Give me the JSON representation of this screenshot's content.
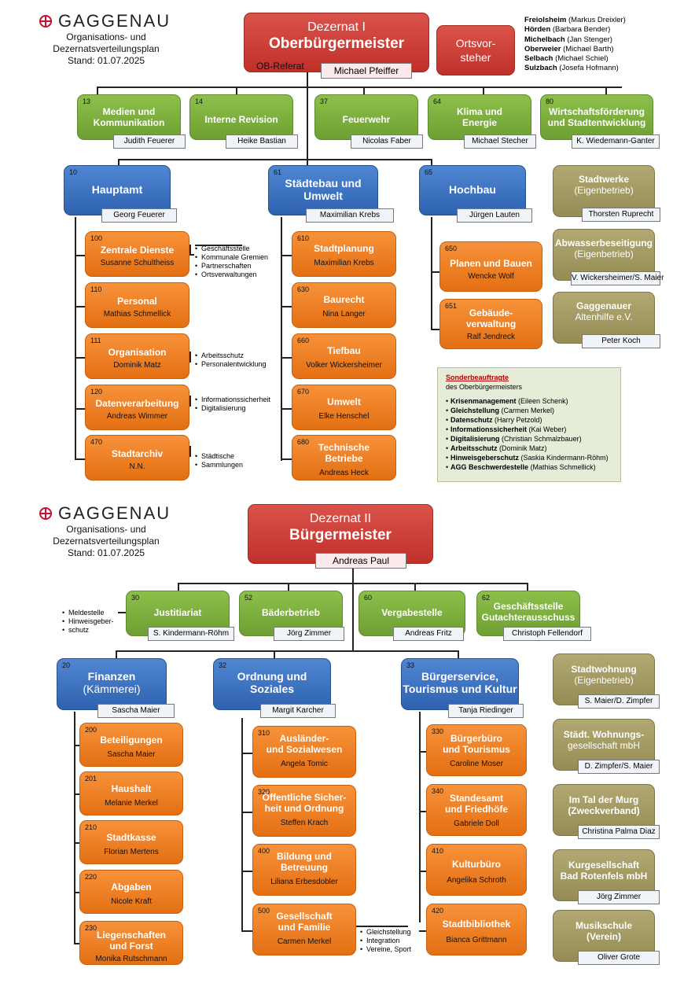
{
  "header_top": {
    "brand": "GAGGENAU",
    "sub1": "Organisations- und",
    "sub2": "Dezernatsverteilungsplan",
    "stand": "Stand: 01.07.2025"
  },
  "header_bottom": {
    "brand": "GAGGENAU",
    "sub1": "Organisations- und",
    "sub2": "Dezernatsverteilungsplan",
    "stand": "Stand: 01.07.2025"
  },
  "d1": {
    "label": "Dezernat I",
    "title": "Oberbürgermeister",
    "person": "Michael Pfeiffer",
    "ob_referat": "OB-Referat",
    "orts": {
      "l1": "Ortsvor-",
      "l2": "steher"
    },
    "ortsvorsteher": [
      [
        "Freiolsheim",
        "(Markus Dreixler)"
      ],
      [
        "Hörden",
        "(Barbara Bender)"
      ],
      [
        "Michelbach",
        "(Jan Stenger)"
      ],
      [
        "Oberweier",
        "(Michael Barth)"
      ],
      [
        "Selbach",
        "(Michael Schiel)"
      ],
      [
        "Sulzbach",
        "(Josefa Hofmann)"
      ]
    ],
    "stabs": [
      {
        "num": "13",
        "l1": "Medien und",
        "l2": "Kommunikation",
        "person": "Judith Feuerer"
      },
      {
        "num": "14",
        "l1": "Interne Revision",
        "l2": "",
        "person": "Heike Bastian"
      },
      {
        "num": "37",
        "l1": "Feuerwehr",
        "l2": "",
        "person": "Nicolas Faber"
      },
      {
        "num": "64",
        "l1": "Klima und",
        "l2": "Energie",
        "person": "Michael Stecher"
      },
      {
        "num": "80",
        "l1": "Wirtschaftsförderung",
        "l2": "und Stadtentwicklung",
        "person": "K. Wiedemann-Ganter"
      }
    ],
    "aemter": [
      {
        "num": "10",
        "l1": "Hauptamt",
        "l2": "",
        "person": "Georg Feuerer"
      },
      {
        "num": "61",
        "l1": "Städtebau und",
        "l2": "Umwelt",
        "person": "Maximilian Krebs"
      },
      {
        "num": "65",
        "l1": "Hochbau",
        "l2": "",
        "person": "Jürgen Lauten"
      }
    ],
    "col10": [
      {
        "num": "100",
        "l1": "Zentrale Dienste",
        "l2": "",
        "person": "Susanne Schultheiss"
      },
      {
        "num": "110",
        "l1": "Personal",
        "l2": "",
        "person": "Mathias Schmellick"
      },
      {
        "num": "111",
        "l1": "Organisation",
        "l2": "",
        "person": "Dominik Matz"
      },
      {
        "num": "120",
        "l1": "Datenverarbeitung",
        "l2": "",
        "person": "Andreas Wimmer"
      },
      {
        "num": "470",
        "l1": "Stadtarchiv",
        "l2": "",
        "person": "N.N."
      }
    ],
    "col61": [
      {
        "num": "610",
        "l1": "Stadtplanung",
        "l2": "",
        "person": "Maximilian Krebs"
      },
      {
        "num": "630",
        "l1": "Baurecht",
        "l2": "",
        "person": "Nina Langer"
      },
      {
        "num": "660",
        "l1": "Tiefbau",
        "l2": "",
        "person": "Volker Wickersheimer"
      },
      {
        "num": "670",
        "l1": "Umwelt",
        "l2": "",
        "person": "Elke Henschel"
      },
      {
        "num": "680",
        "l1": "Technische",
        "l2": "Betriebe",
        "person": "Andreas Heck"
      }
    ],
    "col65": [
      {
        "num": "650",
        "l1": "Planen und Bauen",
        "l2": "",
        "person": "Wencke Wolf"
      },
      {
        "num": "651",
        "l1": "Gebäude-",
        "l2": "verwaltung",
        "person": "Ralf Jendreck"
      }
    ],
    "notes100": [
      "Geschäftsstelle",
      "Kommunale Gremien",
      "Partnerschaften",
      "Ortsverwaltungen"
    ],
    "notes111": [
      "Arbeitsschutz",
      "Personalentwicklung"
    ],
    "notes120": [
      "Informationssicherheit",
      "Digitalisierung"
    ],
    "notes470": [
      "Städtische",
      "Sammlungen"
    ],
    "betriebe": [
      {
        "l1": "Stadtwerke",
        "l2": "(Eigenbetrieb)",
        "person": "Thorsten Ruprecht"
      },
      {
        "l1": "Abwasserbeseitigung",
        "l2": "(Eigenbetrieb)",
        "person": "V. Wickersheimer/S. Maier"
      },
      {
        "l1": "Gaggenauer",
        "l2": "Altenhilfe e.V.",
        "person": "Peter Koch"
      }
    ],
    "sonder": {
      "title": "Sonderbeauftragte",
      "sub": "des Oberbürgermeisters",
      "items": [
        [
          "Krisenmanagement",
          "(Eileen Schenk)"
        ],
        [
          "Gleichstellung",
          "(Carmen Merkel)"
        ],
        [
          "Datenschutz",
          "(Harry Petzold)"
        ],
        [
          "Informationssicherheit",
          "(Kai Weber)"
        ],
        [
          "Digitalisierung",
          "(Christian Schmalzbauer)"
        ],
        [
          "Arbeitsschutz",
          "(Dominik Matz)"
        ],
        [
          "Hinweisgeberschutz",
          "(Saskia Kindermann-Röhm)"
        ],
        [
          "AGG Beschwerdestelle",
          "(Mathias Schmellick)"
        ]
      ]
    }
  },
  "d2": {
    "label": "Dezernat II",
    "title": "Bürgermeister",
    "person": "Andreas Paul",
    "stabs": [
      {
        "num": "30",
        "l1": "Justitiariat",
        "l2": "",
        "person": "S. Kindermann-Röhm"
      },
      {
        "num": "52",
        "l1": "Bäderbetrieb",
        "l2": "",
        "person": "Jörg Zimmer"
      },
      {
        "num": "60",
        "l1": "Vergabestelle",
        "l2": "",
        "person": "Andreas Fritz"
      },
      {
        "num": "62",
        "l1": "Geschäftsstelle",
        "l2": "Gutachterausschuss",
        "person": "Christoph Fellendorf"
      }
    ],
    "notes30": [
      "Meldestelle",
      "Hinweisgeber-",
      "schutz"
    ],
    "aemter": [
      {
        "num": "20",
        "l1": "Finanzen",
        "l2": "(Kämmerei)",
        "person": "Sascha Maier"
      },
      {
        "num": "32",
        "l1": "Ordnung und",
        "l2": "Soziales",
        "person": "Margit Karcher"
      },
      {
        "num": "33",
        "l1": "Bürgerservice,",
        "l2": "Tourismus und Kultur",
        "person": "Tanja Riedinger"
      }
    ],
    "col20": [
      {
        "num": "200",
        "l1": "Beteiligungen",
        "l2": "",
        "person": "Sascha Maier"
      },
      {
        "num": "201",
        "l1": "Haushalt",
        "l2": "",
        "person": "Melanie Merkel"
      },
      {
        "num": "210",
        "l1": "Stadtkasse",
        "l2": "",
        "person": "Florian Mertens"
      },
      {
        "num": "220",
        "l1": "Abgaben",
        "l2": "",
        "person": "Nicole Kraft"
      },
      {
        "num": "230",
        "l1": "Liegenschaften",
        "l2": "und Forst",
        "person": "Monika Rutschmann"
      }
    ],
    "col32": [
      {
        "num": "310",
        "l1": "Ausländer-",
        "l2": "und Sozialwesen",
        "person": "Angela Tomic"
      },
      {
        "num": "320",
        "l1": "Öffentliche  Sicher-",
        "l2": "heit und Ordnung",
        "person": "Steffen Krach"
      },
      {
        "num": "400",
        "l1": "Bildung und",
        "l2": "Betreuung",
        "person": "Liliana Erbesdobler"
      },
      {
        "num": "500",
        "l1": "Gesellschaft",
        "l2": "und Familie",
        "person": "Carmen Merkel"
      }
    ],
    "notes500": [
      "Gleichstellung",
      "Integration",
      "Vereine, Sport"
    ],
    "col33": [
      {
        "num": "330",
        "l1": "Bürgerbüro",
        "l2": "und Tourismus",
        "person": "Caroline Moser"
      },
      {
        "num": "340",
        "l1": "Standesamt",
        "l2": "und Friedhöfe",
        "person": "Gabriele Doll"
      },
      {
        "num": "410",
        "l1": "Kulturbüro",
        "l2": "",
        "person": "Angelika Schroth"
      },
      {
        "num": "420",
        "l1": "Stadtbibliothek",
        "l2": "",
        "person": "Bianca Grittmann"
      }
    ],
    "betriebe": [
      {
        "l1": "Stadtwohnung",
        "l2": "(Eigenbetrieb)",
        "person": "S. Maier/D. Zimpfer"
      },
      {
        "l1": "Städt. Wohnungs-",
        "l2": "gesellschaft mbH",
        "person": "D. Zimpfer/S. Maier"
      },
      {
        "l1": "Im Tal der Murg",
        "l2": "(Zweckverband)",
        "person": "Christina Palma Diaz"
      },
      {
        "l1": "Kurgesellschaft",
        "l2": "Bad Rotenfels mbH",
        "person": "Jörg Zimmer"
      },
      {
        "l1": "Musikschule",
        "l2": "(Verein)",
        "person": "Oliver Grote"
      }
    ]
  },
  "colors": {
    "red": "#c9372f",
    "green": "#7cb03d",
    "blue": "#3b72c2",
    "orange": "#ee7f23",
    "olive": "#a59c63",
    "tag": "#f0f4f8"
  }
}
